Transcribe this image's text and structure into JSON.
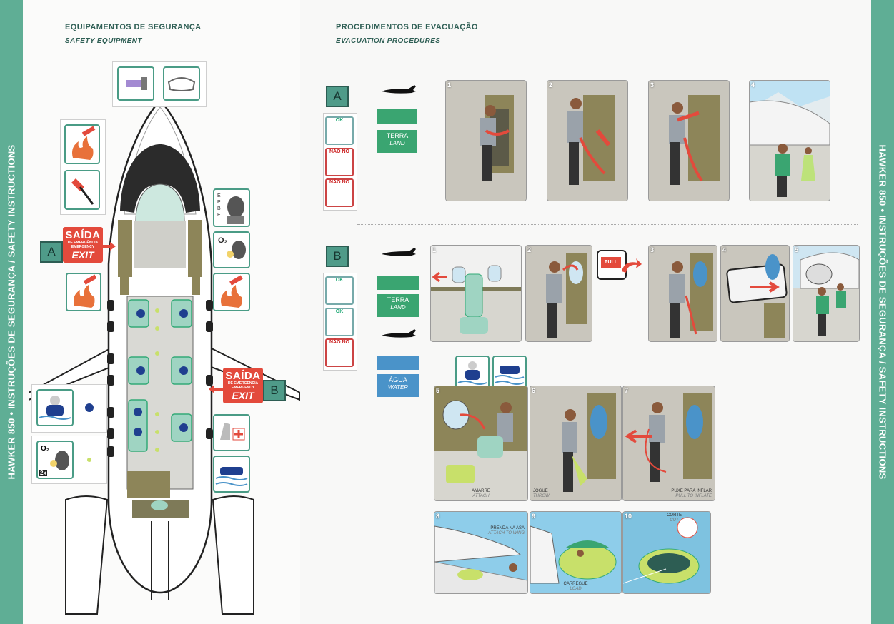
{
  "side_strip": {
    "left_text": "HAWKER 850 • INSTRUÇÕES DE SEGURANÇA / SAFETY INSTRUCTIONS",
    "right_text": "HAWKER 850 • INSTRUÇÕES DE SEGURANÇA / SAFETY INSTRUCTIONS"
  },
  "left_section": {
    "title": "EQUIPAMENTOS DE SEGURANÇA",
    "subtitle": "SAFETY EQUIPMENT"
  },
  "right_section": {
    "title": "PROCEDIMENTOS DE EVACUAÇÃO",
    "subtitle": "EVACUATION PROCEDURES"
  },
  "exits": {
    "a": {
      "letter": "A",
      "saida": "SAÍDA",
      "small": "DE EMERGÊNCIA",
      "small_en": "EMERGENCY",
      "exit": "EXIT"
    },
    "b": {
      "letter": "B",
      "saida": "SAÍDA",
      "small": "DE EMERGÊNCIA",
      "small_en": "EMERGENCY",
      "exit": "EXIT"
    }
  },
  "equipment_labels": {
    "halon": "HALON",
    "o2": "O₂",
    "epbe": [
      "E",
      "P",
      "B",
      "E"
    ],
    "twox": "2x"
  },
  "state_labels": {
    "ok": "OK",
    "nao_no": "NÃO NO"
  },
  "land": {
    "pt": "TERRA",
    "en": "LAND"
  },
  "water": {
    "pt": "ÁGUA",
    "en": "WATER"
  },
  "pull": "PULL",
  "procedure_a": {
    "letter": "A",
    "steps": [
      "1",
      "2",
      "3",
      "4"
    ]
  },
  "procedure_b": {
    "letter": "B",
    "steps": [
      "1",
      "2",
      "3",
      "4",
      "5"
    ]
  },
  "water_steps": [
    {
      "num": "5",
      "pt": "AMARRE",
      "en": "ATTACH"
    },
    {
      "num": "6",
      "pt": "JOGUE",
      "en": "THROW"
    },
    {
      "num": "7",
      "pt": "PUXE PARA INFLAR",
      "en": "PULL TO INFLATE"
    },
    {
      "num": "8",
      "pt": "PRENDA NA ASA",
      "en": "ATTACH TO WING"
    },
    {
      "num": "9",
      "pt": "CARREGUE",
      "en": "LOAD"
    },
    {
      "num": "10",
      "pt": "CORTE",
      "en": "CUT"
    }
  ],
  "colors": {
    "accent_green": "#5fae95",
    "exit_red": "#e34a3c",
    "land_green": "#3aa571",
    "water_blue": "#4a93c9"
  }
}
